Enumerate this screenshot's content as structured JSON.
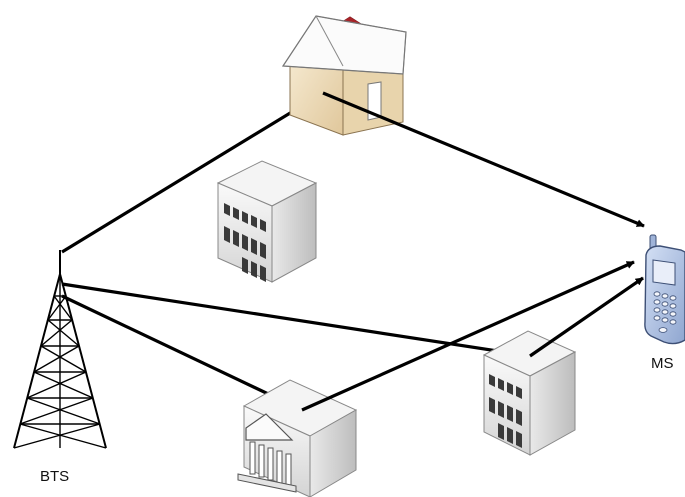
{
  "labels": {
    "bts": "BTS",
    "ms": "MS"
  },
  "nodes": [
    {
      "id": "bts",
      "icon": "cell-tower-icon"
    },
    {
      "id": "house",
      "icon": "house-icon"
    },
    {
      "id": "office-1",
      "icon": "office-building-icon"
    },
    {
      "id": "office-2",
      "icon": "office-building-icon"
    },
    {
      "id": "bank",
      "icon": "bank-building-icon"
    },
    {
      "id": "ms",
      "icon": "mobile-phone-icon"
    }
  ],
  "paths": [
    {
      "id": "via-house",
      "route": [
        "bts",
        "house",
        "ms"
      ]
    },
    {
      "id": "via-office",
      "route": [
        "bts",
        "office-2",
        "ms"
      ]
    },
    {
      "id": "via-bank",
      "route": [
        "bts",
        "bank",
        "ms"
      ]
    }
  ],
  "colors": {
    "line": "#000000",
    "building_light": "#f2f2f2",
    "building_mid": "#d6d6d6",
    "building_dark": "#a9a9a9",
    "house_wall": "#f1e2c4",
    "house_roof": "#f7f7f7",
    "chimney": "#e0343a",
    "phone_body": "#b9c9e6",
    "phone_screen": "#e6edf8"
  }
}
